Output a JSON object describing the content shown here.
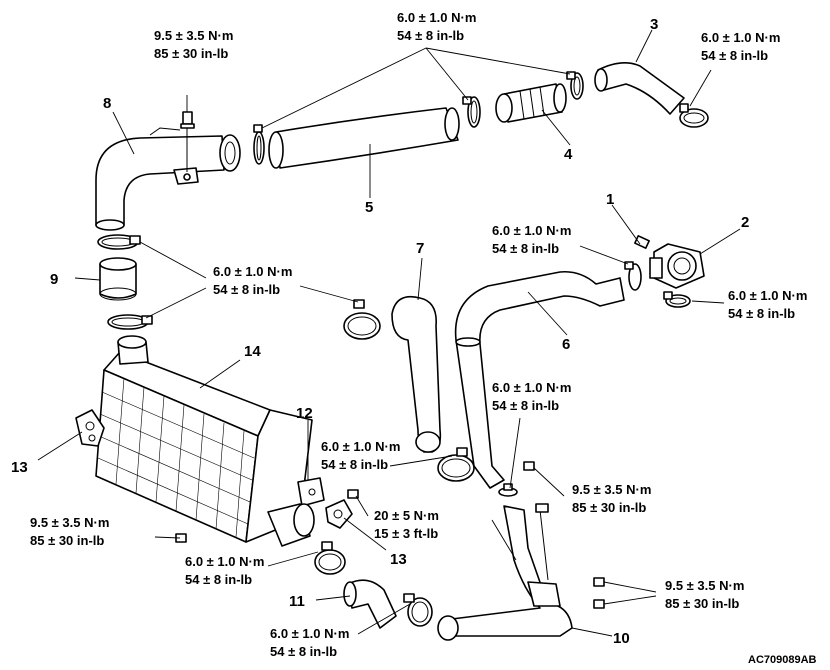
{
  "figure_code": "AC709089AB",
  "torque_labels": [
    {
      "nm": "9.5 ± 3.5 N·m",
      "imp": "85 ± 30 in-lb"
    },
    {
      "nm": "6.0 ± 1.0 N·m",
      "imp": "54 ± 8 in-lb"
    },
    {
      "nm": "6.0 ± 1.0 N·m",
      "imp": "54 ± 8 in-lb"
    },
    {
      "nm": "6.0 ± 1.0 N·m",
      "imp": "54 ± 8 in-lb"
    },
    {
      "nm": "6.0 ± 1.0 N·m",
      "imp": "54 ± 8 in-lb"
    },
    {
      "nm": "6.0 ± 1.0 N·m",
      "imp": "54 ± 8 in-lb"
    },
    {
      "nm": "6.0 ± 1.0 N·m",
      "imp": "54 ± 8 in-lb"
    },
    {
      "nm": "6.0 ± 1.0 N·m",
      "imp": "54 ± 8 in-lb"
    },
    {
      "nm": "9.5 ± 3.5 N·m",
      "imp": "85 ± 30 in-lb"
    },
    {
      "nm": "20 ± 5 N·m",
      "imp": "15 ± 3 ft-lb"
    },
    {
      "nm": "9.5 ± 3.5 N·m",
      "imp": "85 ± 30 in-lb"
    },
    {
      "nm": "6.0 ± 1.0 N·m",
      "imp": "54 ± 8 in-lb"
    },
    {
      "nm": "9.5 ± 3.5 N·m",
      "imp": "85 ± 30 in-lb"
    },
    {
      "nm": "6.0 ± 1.0 N·m",
      "imp": "54 ± 8 in-lb"
    }
  ],
  "callouts": [
    "1",
    "2",
    "3",
    "4",
    "5",
    "6",
    "7",
    "8",
    "9",
    "10",
    "11",
    "12",
    "13",
    "13",
    "14"
  ]
}
